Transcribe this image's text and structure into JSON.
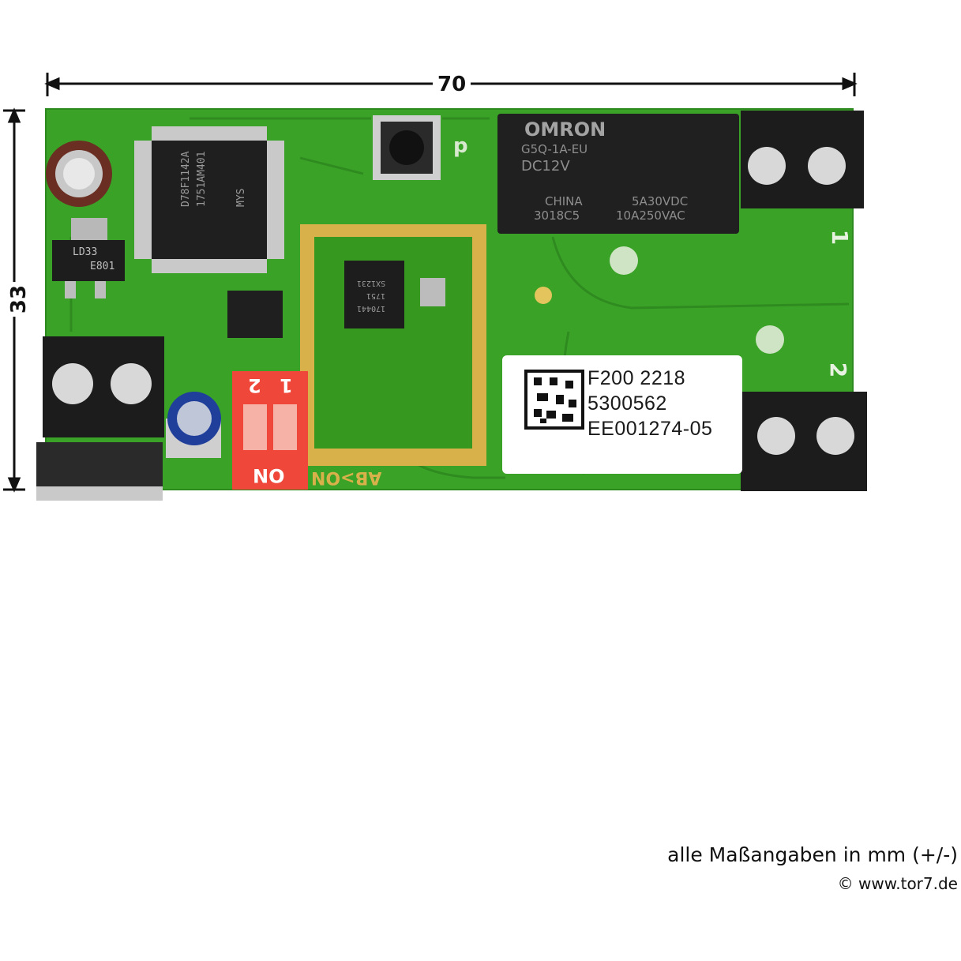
{
  "dimensions": {
    "width": "70",
    "height": "33"
  },
  "product_label": {
    "line1": "F200 2218",
    "line2": "5300562",
    "line3": "EE001274-05"
  },
  "relay": {
    "brand": "OMRON",
    "model": "G5Q-1A-EU",
    "voltage": "DC12V",
    "origin": "CHINA",
    "code": "3018C5",
    "rating1": "5A30VDC",
    "rating2": "10A250VAC"
  },
  "chips": {
    "mcu_line1": "D78F1142A",
    "mcu_line2": "1751AM401",
    "mcu_line3": "MYS",
    "regulator_line1": "LD33",
    "regulator_line2": "E801",
    "rf_line1": "SX1231",
    "rf_line2": "1751",
    "rf_line3": "170441"
  },
  "dip_switch": {
    "label1": "1",
    "label2": "2",
    "on_label": "ON"
  },
  "silkscreen": {
    "terminal1": "1",
    "terminal2": "2",
    "button_label": "p",
    "antenna_label": "AB>ON"
  },
  "footer": {
    "note": "alle Maßangaben in mm (+/-)",
    "copyright": "© www.tor7.de"
  },
  "colors": {
    "pcb": "#3aa327",
    "label_bg": "#ffffff",
    "dip": "#f0473b",
    "terminal": "#1c1c1c"
  }
}
